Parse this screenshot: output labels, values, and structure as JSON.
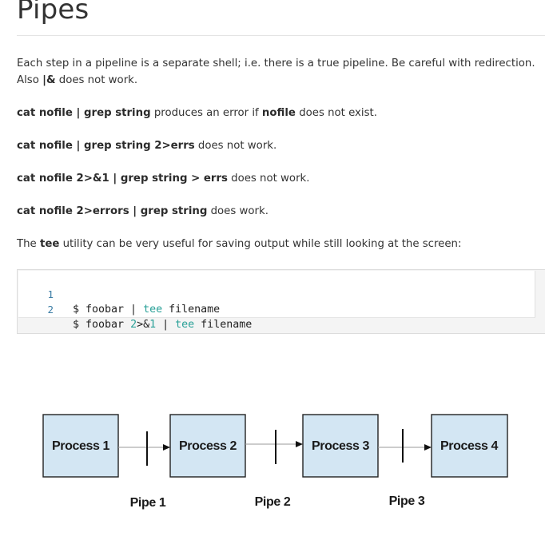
{
  "page": {
    "title": "Pipes"
  },
  "paragraphs": {
    "p1": {
      "text_before": "Each step in a pipeline is a separate shell; i.e. there is a true pipeline. Be careful with redirection. Also ",
      "code": "|&",
      "text_after": " does not work."
    },
    "p2": {
      "cmd": "cat nofile | grep string",
      "mid": " produces an error if ",
      "file": "nofile",
      "end": " does not exist."
    },
    "p3": {
      "cmd": "cat nofile | grep string 2>errs",
      "end": " does not work."
    },
    "p4": {
      "cmd": "cat nofile 2>&1 | grep string > errs",
      "end": " does not work."
    },
    "p5": {
      "cmd": "cat nofile 2>errors | grep string",
      "end": " does work."
    },
    "p6": {
      "before": "The ",
      "cmd": "tee",
      "after": " utility can be very useful for saving output while still looking at the screen:"
    }
  },
  "code_block": {
    "lines": [
      {
        "number": "1",
        "a": "$ foobar | ",
        "kw": "tee",
        "b": " filename"
      },
      {
        "number": "2",
        "a": "$ foobar ",
        "n1": "2",
        "amp": ">&",
        "n2": "1",
        "c": " | ",
        "kw": "tee",
        "b": " filename"
      }
    ]
  },
  "diagram": {
    "processes": [
      "Process 1",
      "Process 2",
      "Process 3",
      "Process 4"
    ],
    "pipes": [
      "Pipe 1",
      "Pipe 2",
      "Pipe 3"
    ],
    "colors": {
      "box_fill": "#d3e6f3",
      "box_stroke": "#222222"
    }
  }
}
